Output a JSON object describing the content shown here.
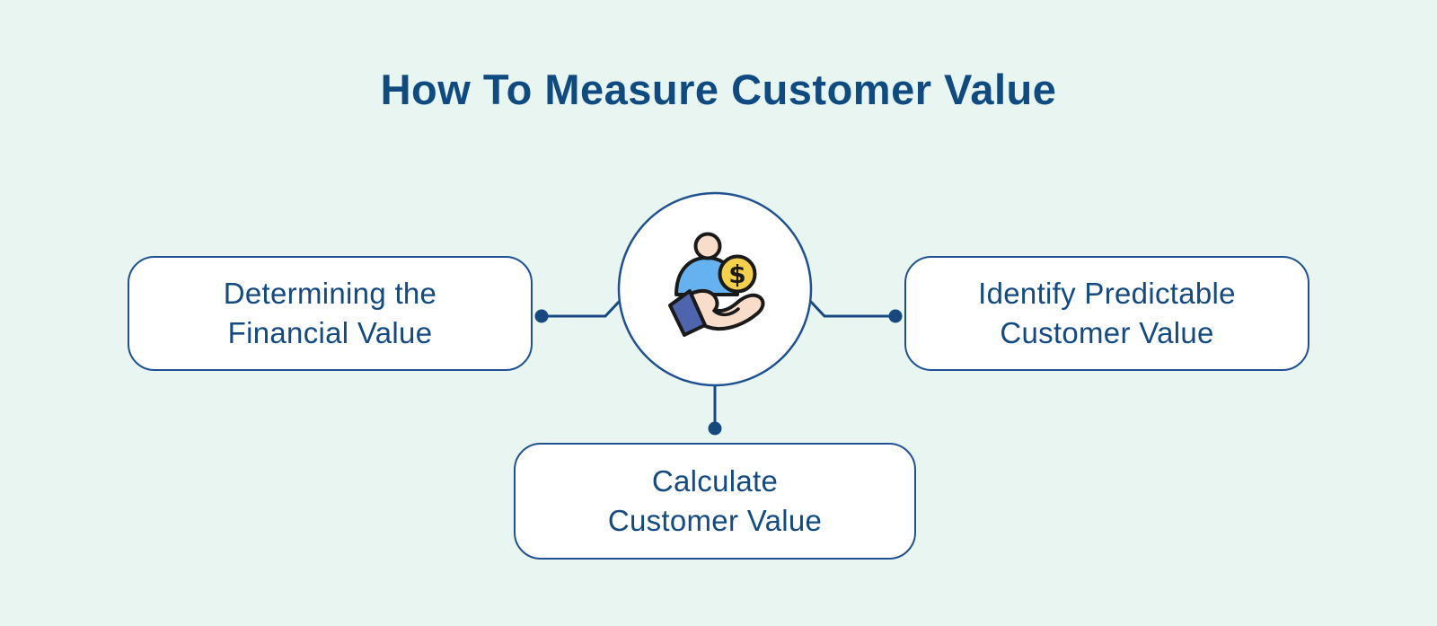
{
  "title": "How To Measure Customer Value",
  "center": {
    "icon": "hand-holding-customer-dollar-icon",
    "coin_symbol": "$"
  },
  "nodes": [
    {
      "id": "determining-financial-value",
      "position": "left",
      "lines": [
        "Determining the",
        "Financial Value"
      ]
    },
    {
      "id": "identify-predictable-customer-value",
      "position": "right",
      "lines": [
        "Identify Predictable",
        "Customer Value"
      ]
    },
    {
      "id": "calculate-customer-value",
      "position": "bottom",
      "lines": [
        "Calculate",
        "Customer Value"
      ]
    }
  ],
  "colors": {
    "background": "#e8f5f1",
    "title_text": "#0f4a80",
    "box_text": "#134a82",
    "box_border": "#1f5191",
    "box_fill": "#ffffff",
    "connector": "#17497f",
    "icon_skin": "#f8ddcb",
    "icon_shirt": "#66b2f0",
    "icon_coin": "#f5d04a",
    "icon_cuff": "#4e64ad",
    "icon_outline": "#1a1a1a"
  }
}
